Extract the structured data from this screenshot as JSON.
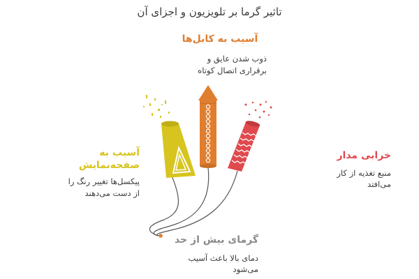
{
  "title": "تاثیر گرما بر تلویزیون و اجزای آن",
  "colors": {
    "orange": "#E07E2F",
    "yellow": "#D7C41F",
    "red": "#E04A4E",
    "gray": "#8A8A8A",
    "text": "#3A3A3A"
  },
  "items": {
    "cables": {
      "heading": "آسیب به کابل‌ها",
      "line1": "ذوب شدن عایق و",
      "line2": "برقراری اتصال کوتاه"
    },
    "screen": {
      "heading_line1": "آسیب به",
      "heading_line2": "صفحه‌نمایش",
      "line1": "پیکسل‌ها تغییر رنگ را",
      "line2": "از دست می‌دهند"
    },
    "circuit": {
      "heading": "خرابی مدار",
      "line1": "منبع تغذیه از کار",
      "line2": "می‌افتد"
    },
    "heat": {
      "heading": "گرمای بیش از حد",
      "line1": "دمای بالا باعث آسیب",
      "line2": "می‌شود"
    }
  }
}
